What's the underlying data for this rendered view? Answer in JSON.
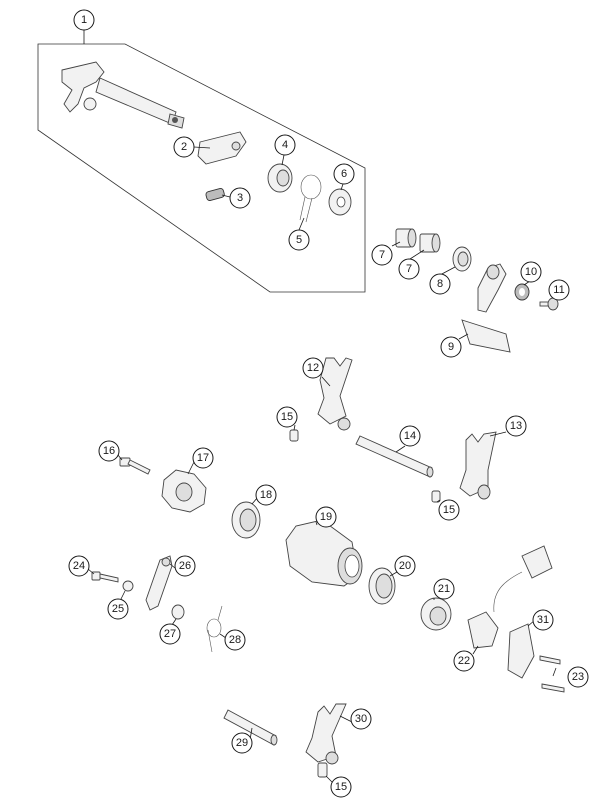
{
  "callouts": {
    "c1": "1",
    "c2": "2",
    "c3": "3",
    "c4": "4",
    "c5": "5",
    "c6": "6",
    "c7a": "7",
    "c7b": "7",
    "c8": "8",
    "c9": "9",
    "c10": "10",
    "c11": "11",
    "c12": "12",
    "c13": "13",
    "c14": "14",
    "c15a": "15",
    "c15b": "15",
    "c15c": "15",
    "c16": "16",
    "c17": "17",
    "c18": "18",
    "c19": "19",
    "c20": "20",
    "c21": "21",
    "c22": "22",
    "c23": "23",
    "c24": "24",
    "c25": "25",
    "c26": "26",
    "c27": "27",
    "c28": "28",
    "c29": "29",
    "c30": "30",
    "c31": "31"
  }
}
